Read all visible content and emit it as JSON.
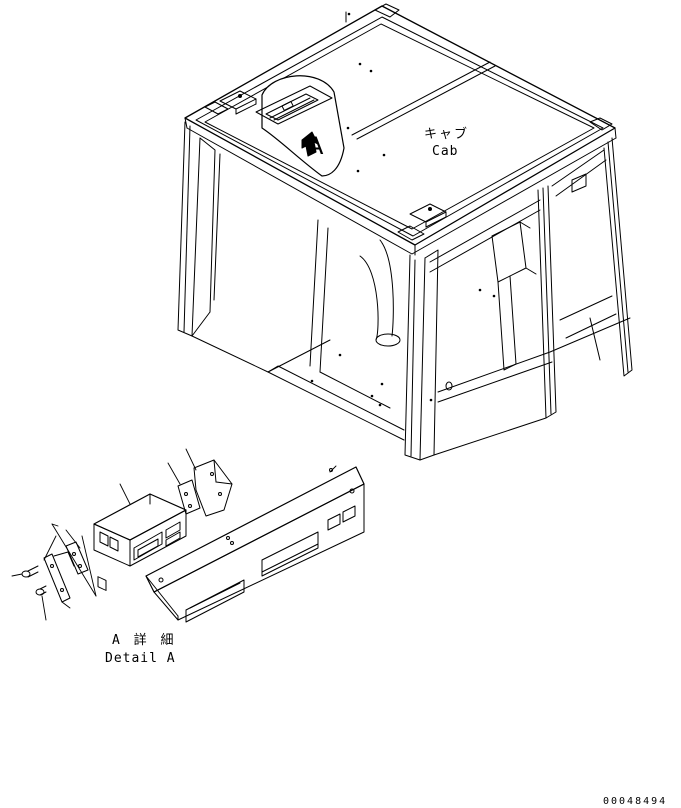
{
  "labels": {
    "cab_jp": "キャブ",
    "cab_en": "Cab",
    "detail_jp": "A 詳 細",
    "detail_en": "Detail A",
    "callout_letter": "A",
    "drawing_number": "00048494"
  },
  "colors": {
    "line": "#000000",
    "background": "#ffffff"
  }
}
